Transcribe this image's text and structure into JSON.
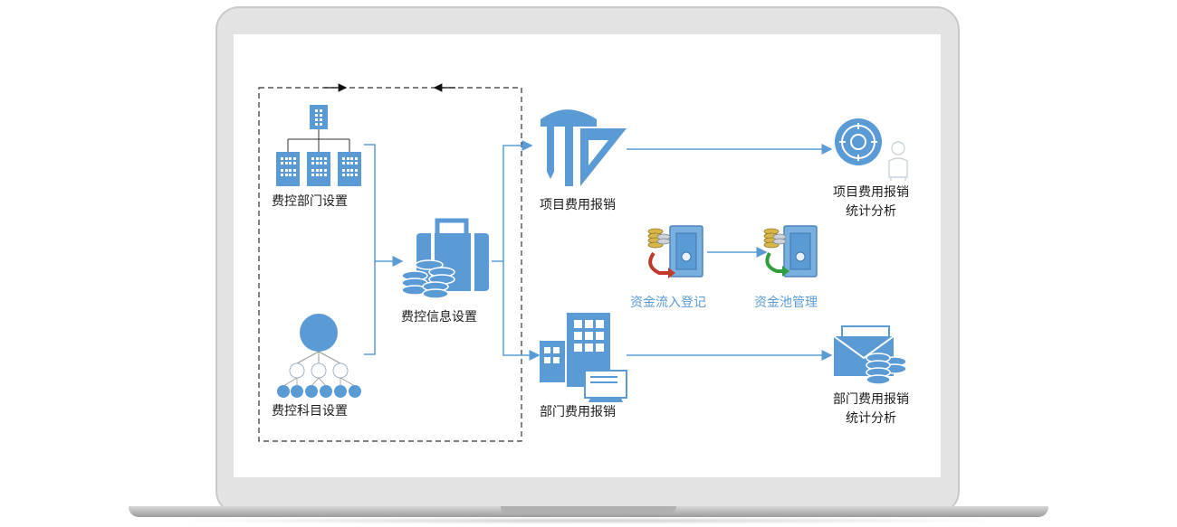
{
  "colors": {
    "icon_blue": "#5b9bd5",
    "line_blue": "#5b9bd5",
    "text": "#1c1c1c",
    "accent_text": "#5b9bd5",
    "flow_red": "#c0392b",
    "flow_green": "#2e9e3e",
    "coin_gold": "#d8b64a"
  },
  "nodes": {
    "dept_setup": {
      "label": "费控部门设置",
      "icon": "org-chart-icon"
    },
    "subject_setup": {
      "label": "费控科目设置",
      "icon": "hierarchy-icon"
    },
    "info_setup": {
      "label": "费控信息设置",
      "icon": "briefcase-coins-icon"
    },
    "project_reimb": {
      "label": "项目费用报销",
      "icon": "drafting-tools-icon"
    },
    "dept_reimb": {
      "label": "部门费用报销",
      "icon": "office-building-icon"
    },
    "fund_register": {
      "label": "资金流入登记",
      "icon": "safe-inflow-icon"
    },
    "fund_pool": {
      "label": "资金池管理",
      "icon": "safe-pool-icon"
    },
    "project_stats": {
      "line1": "项目费用报销",
      "line2": "统计分析",
      "icon": "vault-user-icon"
    },
    "dept_stats": {
      "line1": "部门费用报销",
      "line2": "统计分析",
      "icon": "mail-coins-icon"
    }
  }
}
